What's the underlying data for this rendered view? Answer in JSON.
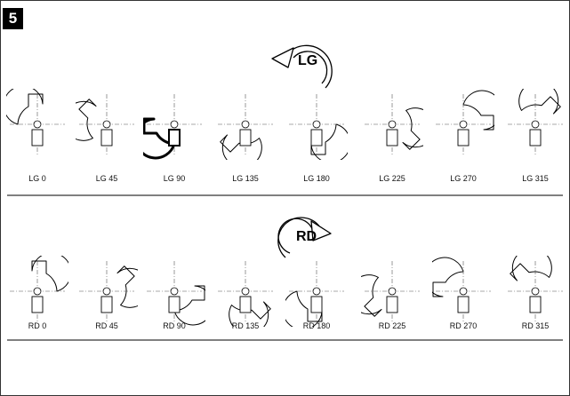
{
  "figure_number": "5",
  "sections": [
    {
      "id": "lg",
      "direction_label": "LG",
      "rotation": "counter-clockwise",
      "highlighted_position": "LG 90",
      "positions": [
        {
          "label": "LG 0",
          "angle": 0
        },
        {
          "label": "LG 45",
          "angle": 45
        },
        {
          "label": "LG 90",
          "angle": 90
        },
        {
          "label": "LG 135",
          "angle": 135
        },
        {
          "label": "LG 180",
          "angle": 180
        },
        {
          "label": "LG 225",
          "angle": 225
        },
        {
          "label": "LG 270",
          "angle": 270
        },
        {
          "label": "LG 315",
          "angle": 315
        }
      ]
    },
    {
      "id": "rd",
      "direction_label": "RD",
      "rotation": "clockwise",
      "highlighted_position": "",
      "positions": [
        {
          "label": "RD 0",
          "angle": 0
        },
        {
          "label": "RD 45",
          "angle": 45
        },
        {
          "label": "RD 90",
          "angle": 90
        },
        {
          "label": "RD 135",
          "angle": 135
        },
        {
          "label": "RD 180",
          "angle": 180
        },
        {
          "label": "RD 225",
          "angle": 225
        },
        {
          "label": "RD 270",
          "angle": 270
        },
        {
          "label": "RD 315",
          "angle": 315
        }
      ]
    }
  ]
}
